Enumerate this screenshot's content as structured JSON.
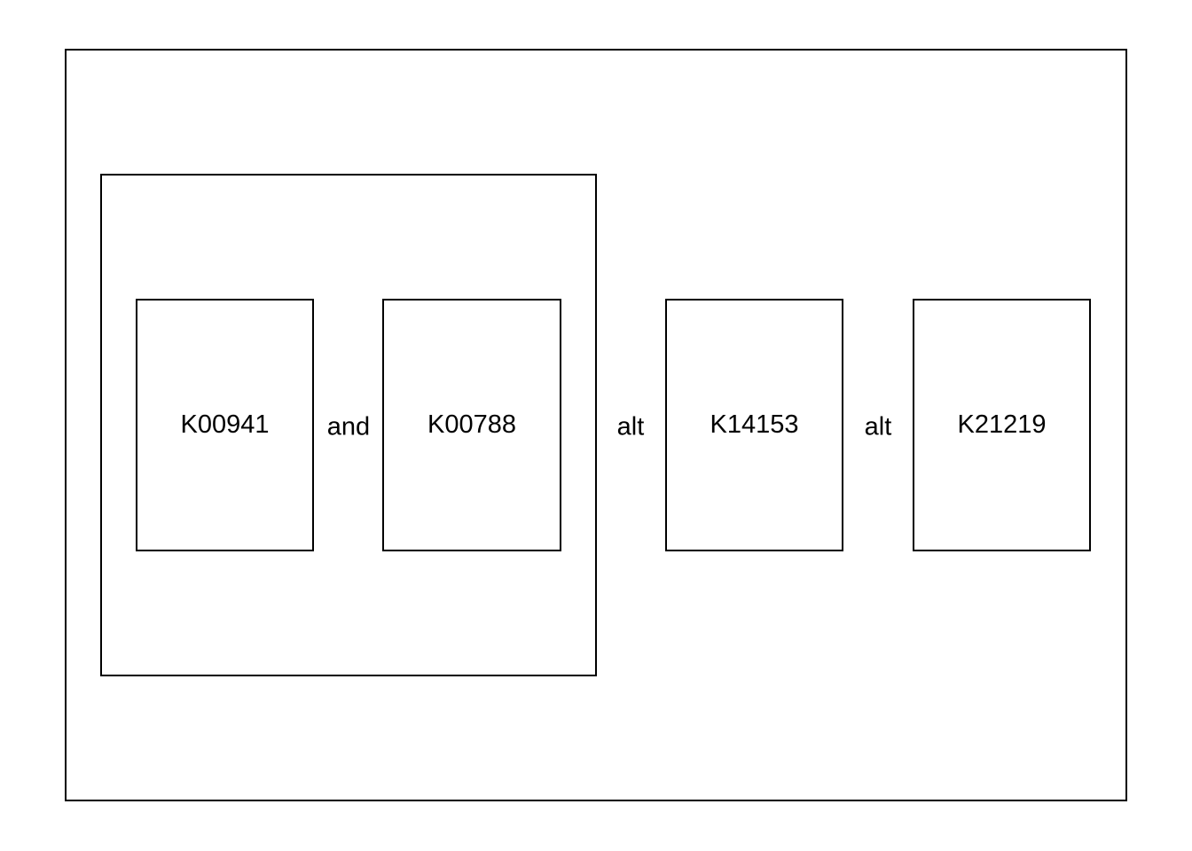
{
  "diagram": {
    "nodes": [
      {
        "id": "K00941",
        "label": "K00941"
      },
      {
        "id": "K00788",
        "label": "K00788"
      },
      {
        "id": "K14153",
        "label": "K14153"
      },
      {
        "id": "K21219",
        "label": "K21219"
      }
    ],
    "connectors": [
      {
        "label": "and"
      },
      {
        "label": "alt"
      },
      {
        "label": "alt"
      }
    ],
    "group": {
      "members": [
        "K00941",
        "K00788"
      ]
    },
    "colors": {
      "stroke": "#000000",
      "background": "#ffffff",
      "text": "#000000"
    }
  }
}
